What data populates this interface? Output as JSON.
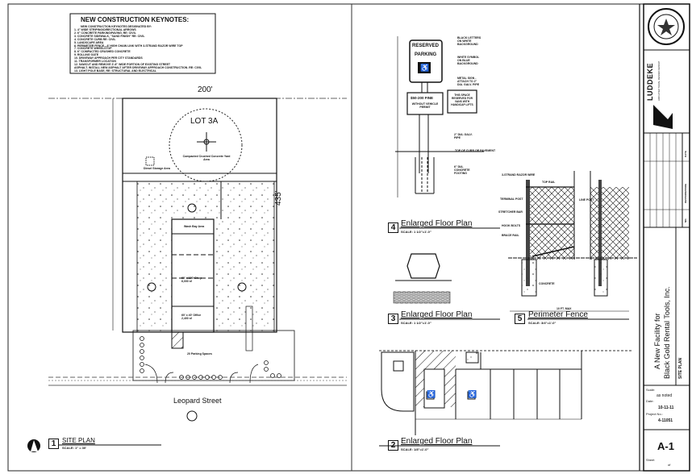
{
  "keynotes": {
    "title": "NEW CONSTRUCTION KEYNOTES:",
    "subtitle": "NEW CONSTRUCTION KEYNOTES DESIGNATED BY:",
    "items": [
      "1. 4\" WIDE STRIPING/DIRECTIONAL ARROWS",
      "2. 6\" CONCRETE PARKING/PAVING, RE: CIVIL",
      "3. CONCRETE SIDEWALK, \"SAND FINISH\" RE: CIVIL",
      "4. CONCRETE CURB RE: CIVIL",
      "5. LANDSCAPE AREA",
      "6. PERIMETER FENCE—6' HIGH CHAIN LINK WITH 3-STRAND RAZOR WIRE TOP",
      "7. CONCRETE WHEELSTOP",
      "8. 6\" COMPACTED CRUSHED CONCRETE",
      "9. ROLLING GATE",
      "10. DRIVEWAY APPROACH PER CITY STANDARDS",
      "11. TRANSFORMER LOCATION",
      "12. SAWCUT AND REMOVE 3'-6\" WIDE PORTION OF EXISTING STREET",
      "   ASPHALT. INSTALL NEW ASPHALT AFTER DRIVEWAY APPROACH CONSTRUCTION. RE: CIVIL",
      "13. LIGHT POLE BASE, RE: STRUCTURAL AND ELECTRICAL"
    ]
  },
  "site_plan": {
    "width_dim": "200'",
    "depth_dim": "435'",
    "lot": "LOT 3A",
    "yard": "Compacted Crushed Concrete Yard Area",
    "storage": "Diesel Storage Area",
    "wash_bay": "Wash Bay Area",
    "shop": "60' x 100' Shop 6,000 sf",
    "office": "60' x 40' Office 2,400 sf",
    "parking": "20 Parking Spaces",
    "street": "Leopard Street",
    "detail_number": "1",
    "title": "SITE PLAN",
    "scale": "SCALE: 1\" = 30'"
  },
  "sign": {
    "line1": "RESERVED",
    "line2": "PARKING",
    "fine": "$50-200 FINE",
    "fine2": "WITHOUT VEHICLE PERMIT",
    "van": "THIS SPACE RESERVED FOR VANS WITH HANDICAP LIFTS",
    "notes": [
      "BLACK LETTERS ON WHITE BACKGROUND",
      "WHITE SYMBOL ON BLUE BACKGROUND",
      "METAL SIGN - ATTACH TO 2\" DIA. GALV. PIPE",
      "TOP OF CURB OR PAVEMENT",
      "2\" DIA. GALV. PIPE",
      "6\" DIA. CONCRETE FOOTING"
    ]
  },
  "details": [
    {
      "number": "4",
      "title": "Enlarged Floor Plan",
      "scale": "SCALE: 1 1/2\"=1'-0\""
    },
    {
      "number": "3",
      "title": "Enlarged Floor Plan",
      "scale": "SCALE: 1 1/2\"=1'-0\""
    },
    {
      "number": "5",
      "title": "Perimeter Fence",
      "scale": "SCALE: 3/4\"=1'-0\""
    },
    {
      "number": "2",
      "title": "Enlarged Floor Plan",
      "scale": "SCALE: 1/8\"=1'-0\""
    }
  ],
  "fence_labels": [
    "3-STRAND RAZOR WIRE",
    "TOP RAIL",
    "TERMINAL POST",
    "STRETCHER BAR",
    "HOOK BOLTS",
    "BRACE RAIL",
    "LINE POST",
    "CONCRETE",
    "10 FT. MAX"
  ],
  "title_block": {
    "firm": "LUDDEKE",
    "firm_sub": "ARCHITECTURAL DESIGN GROUP",
    "rev_headers": [
      "NO.",
      "REVISION/ISSUE",
      "DATE"
    ],
    "project_line1": "A New Facility for",
    "project_line2": "Black Gold Rental Tools, Inc.",
    "sheet_title": "SITE PLAN",
    "scale_label": "Scale:",
    "scale_value": "as noted",
    "date_label": "Date:",
    "date_value": "10-11-11",
    "project_label": "Project No.:",
    "project_value": "4-11051",
    "sheet_number": "A-1",
    "sheet_label": "Sheet",
    "of_label": "of"
  }
}
